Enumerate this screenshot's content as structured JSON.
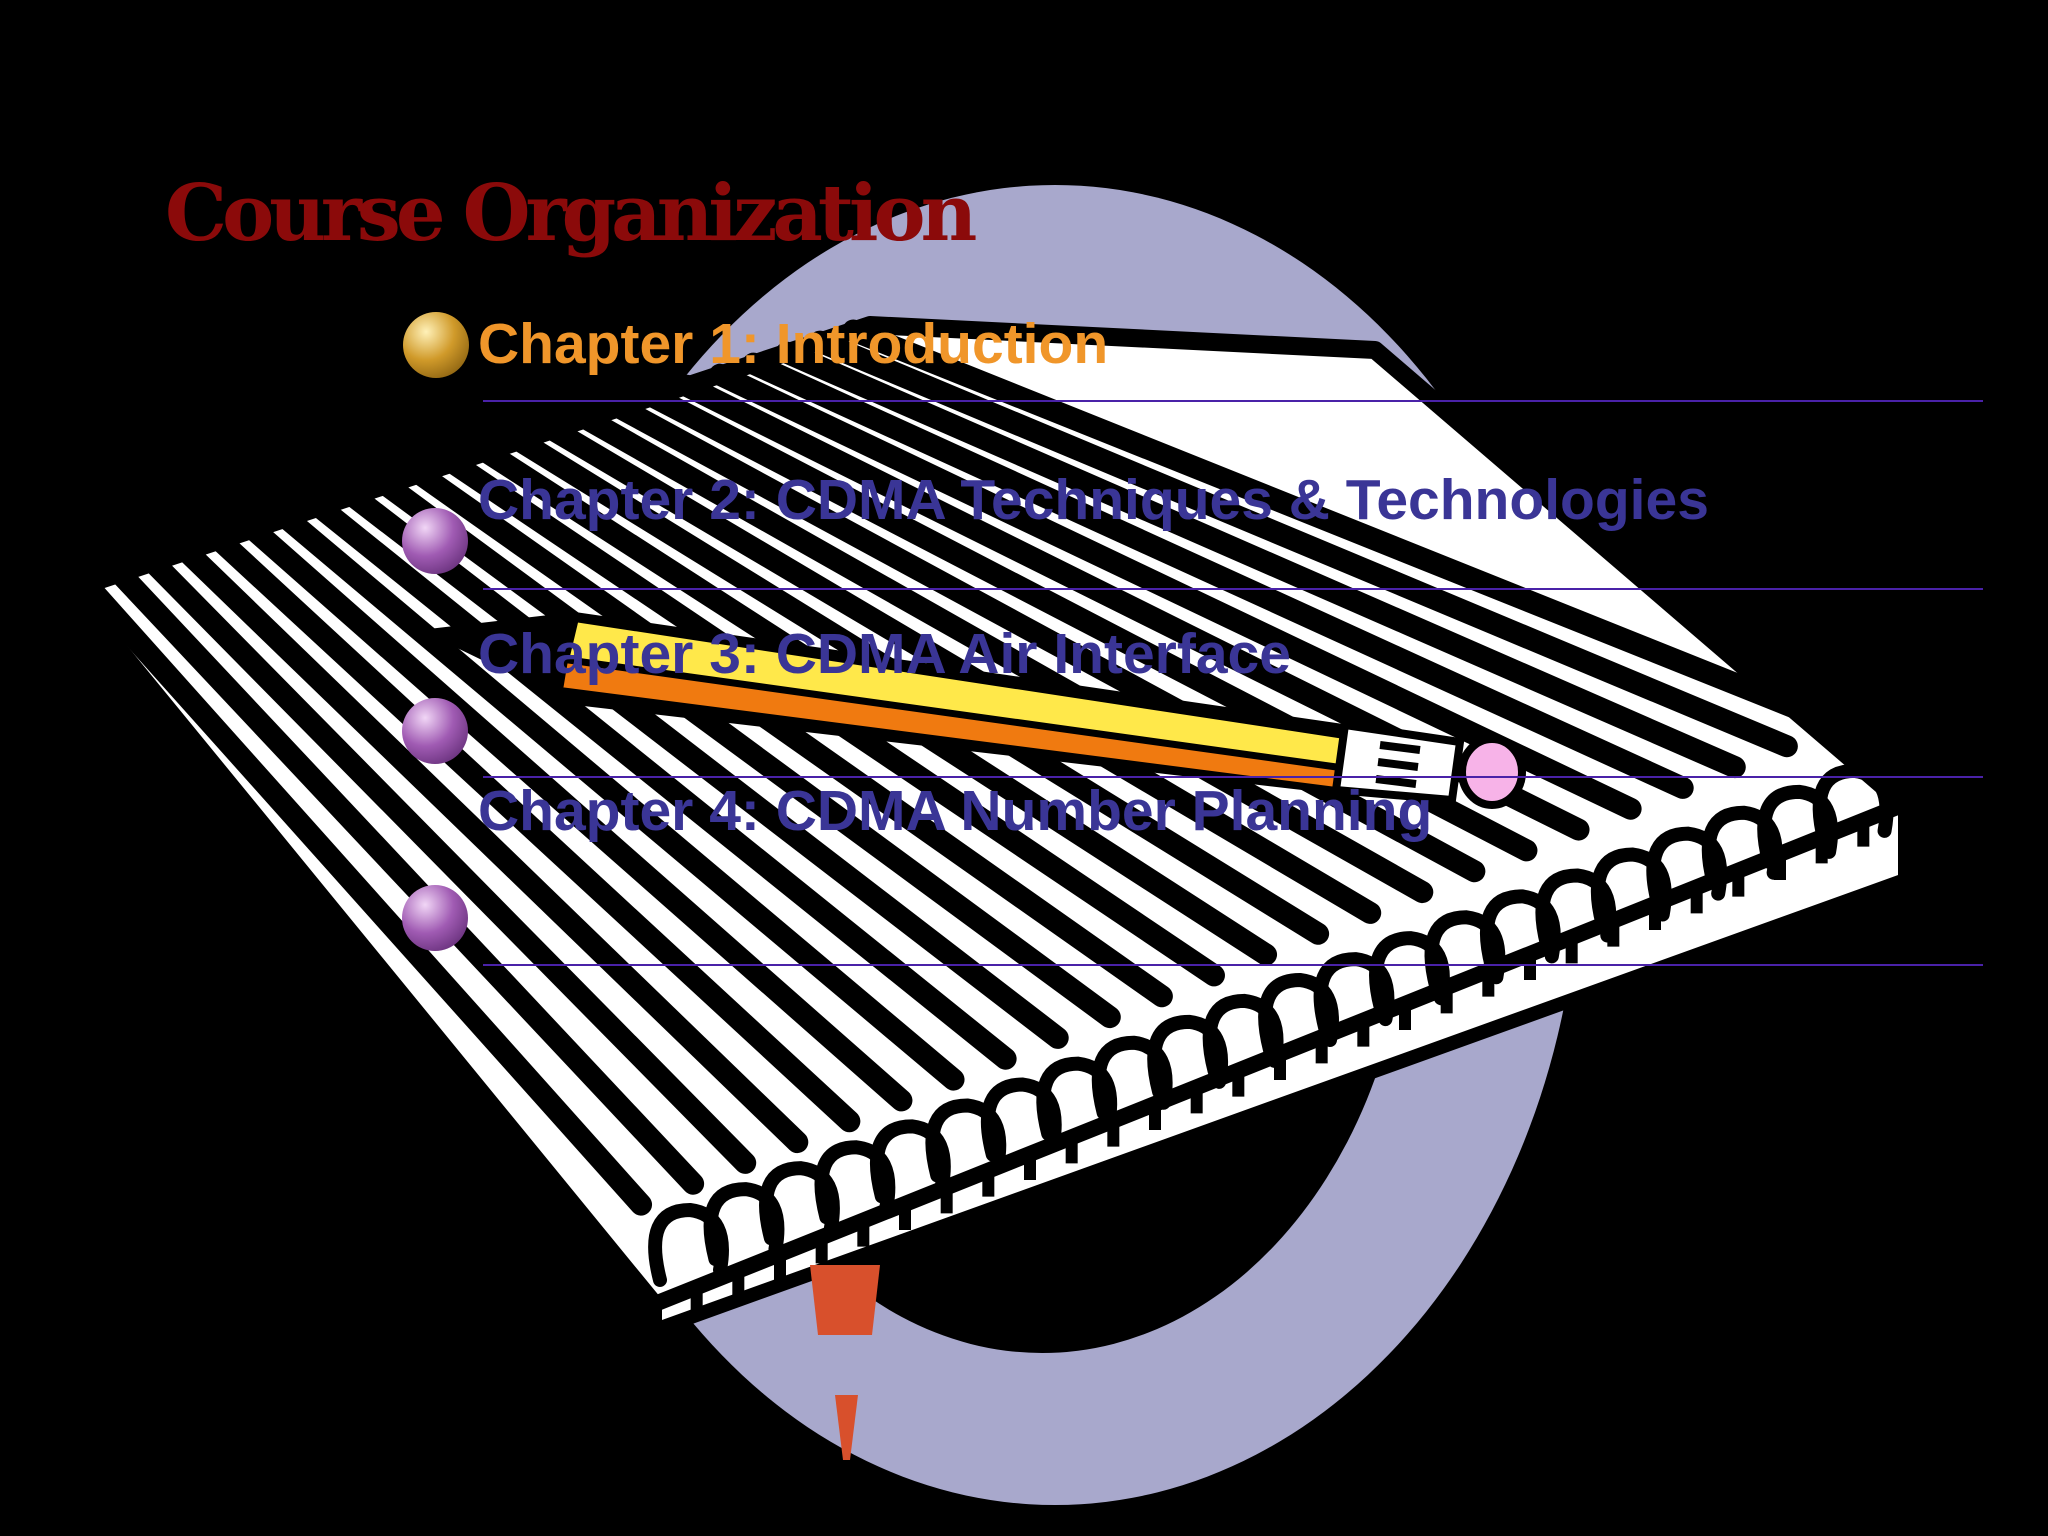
{
  "slide": {
    "title": "Course Organization",
    "colors": {
      "background": "#000000",
      "title": "#8b0a0a",
      "active_item": "#f0962a",
      "item": "#3a3596",
      "rule": "#4a22a8",
      "ring": "#a8a8cc"
    },
    "items": [
      {
        "label": "Chapter 1: Introduction",
        "active": true,
        "bullet_icon": "gold-sphere-bullet"
      },
      {
        "label": "Chapter 2: CDMA Techniques & Technologies",
        "active": false,
        "bullet_icon": "purple-sphere-bullet"
      },
      {
        "label": "Chapter 3: CDMA Air Interface",
        "active": false,
        "bullet_icon": "purple-sphere-bullet"
      },
      {
        "label": "Chapter 4: CDMA Number Planning",
        "active": false,
        "bullet_icon": "purple-sphere-bullet"
      }
    ],
    "background_art": [
      "lavender-ring-graphic",
      "spiral-notebook-clipart",
      "yellow-pencil-clipart"
    ]
  }
}
